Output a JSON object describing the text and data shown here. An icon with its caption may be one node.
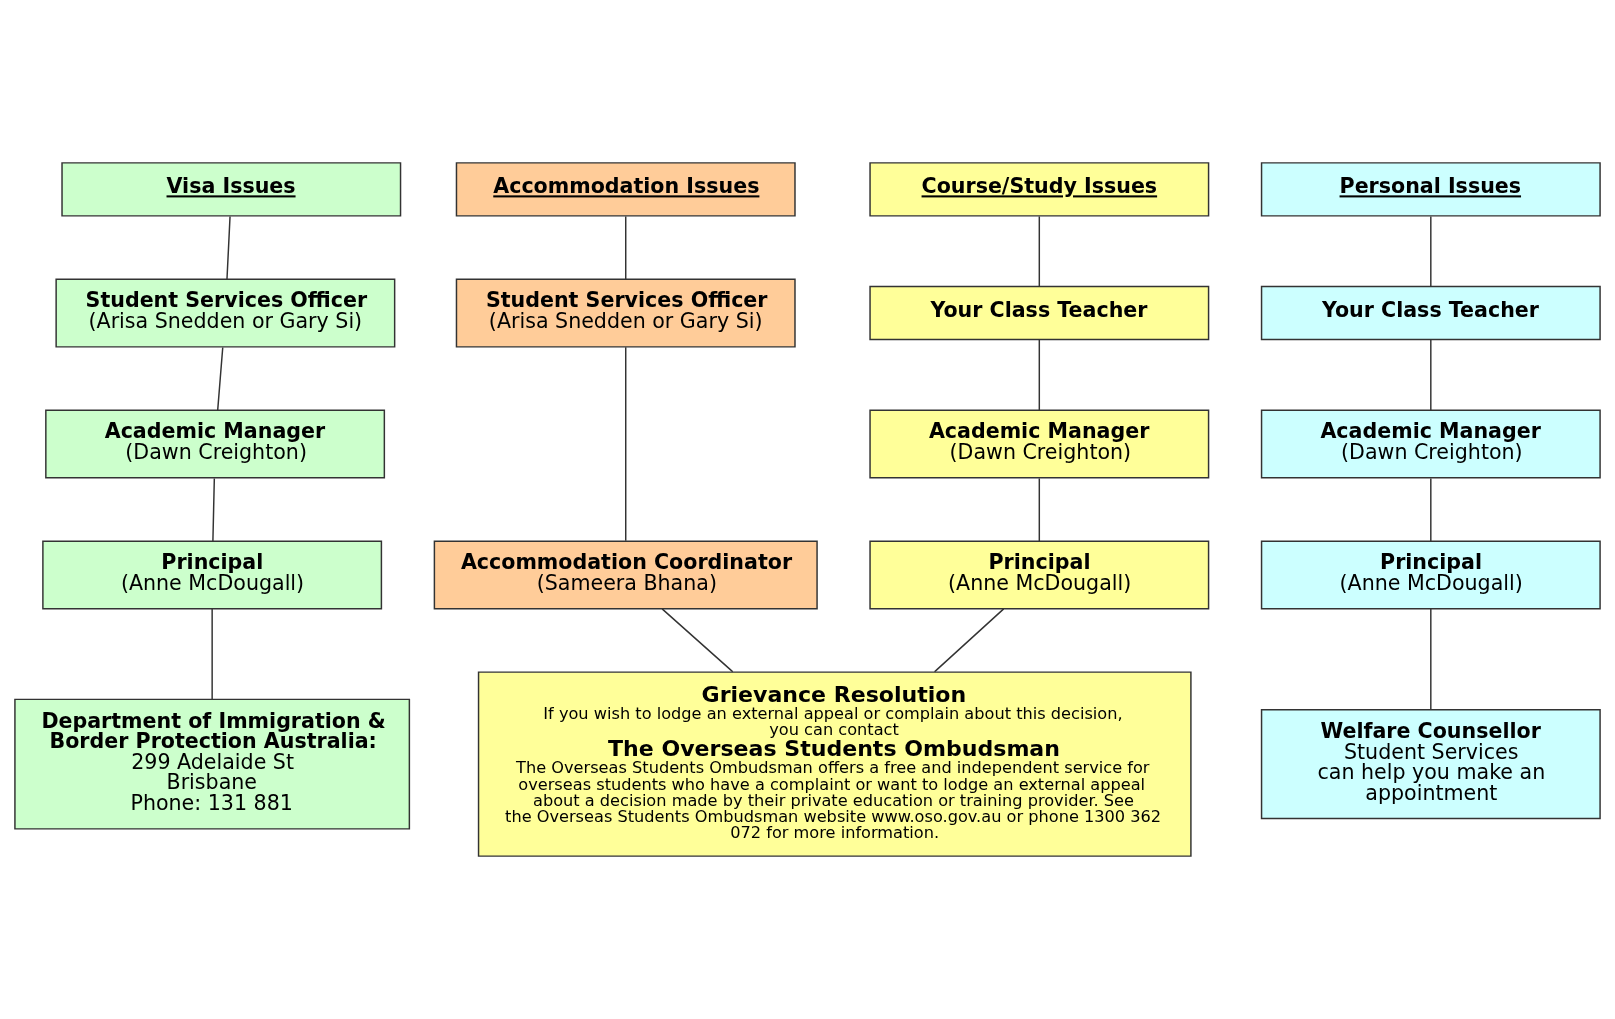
{
  "diagram": {
    "nodes": [
      {
        "text": [
          "Visa Issues"
        ]
      },
      {
        "text": [
          "Student Services Officer",
          "(Arisa Snedden or Gary Si)"
        ]
      },
      {
        "text": [
          "Academic Manager",
          "(Dawn Creighton)"
        ]
      },
      {
        "text": [
          "Principal",
          "(Anne McDougall)"
        ]
      },
      {
        "text": [
          "Department of Immigration & Border Protection Australia:",
          "299 Adelaide St",
          "Brisbane",
          "Phone: 131 881"
        ]
      },
      {
        "text": [
          "Accommodation Issues"
        ]
      },
      {
        "text": [
          "Student Services Officer",
          "(Arisa Snedden or Gary Si)"
        ]
      },
      {
        "text": [
          "Accommodation Coordinator",
          "(Sameera Bhana)"
        ]
      },
      {
        "text": [
          "Course/Study Issues"
        ]
      },
      {
        "text": [
          "Your Class Teacher"
        ]
      },
      {
        "text": [
          "Academic Manager",
          "(Dawn Creighton)"
        ]
      },
      {
        "text": [
          "Principal",
          "(Anne McDougall)"
        ]
      },
      {
        "text": [
          "Grievance Resolution",
          "If you wish to lodge an external appeal or complain about this decision, you can contact",
          "The Overseas Students Ombudsman",
          "The Overseas Students Ombudsman offers a free and independent service for overseas students who have a complaint or want to lodge an external appeal about a decision made by their private education or training provider. See the Overseas Students Ombudsman website www.oso.gov.au or phone 1300 362 072 for more information."
        ]
      },
      {
        "text": [
          "Personal Issues"
        ]
      },
      {
        "text": [
          "Your Class Teacher"
        ]
      },
      {
        "text": [
          "Academic Manager",
          "(Dawn Creighton)"
        ]
      },
      {
        "text": [
          "Principal",
          "(Anne McDougall)"
        ]
      },
      {
        "text": [
          "Welfare Counsellor",
          "Student Services",
          "can help you make an appointment"
        ]
      }
    ],
    "edges": [
      {
        "from": 0,
        "to": 1,
        "arrow": "none"
      },
      {
        "from": 1,
        "to": 2,
        "arrow": "none"
      },
      {
        "from": 2,
        "to": 3,
        "arrow": "none"
      },
      {
        "from": 3,
        "to": 4,
        "arrow": "none"
      },
      {
        "from": 5,
        "to": 6,
        "arrow": "none"
      },
      {
        "from": 6,
        "to": 7,
        "arrow": "none"
      },
      {
        "from": 7,
        "to": 12,
        "arrow": "none"
      },
      {
        "from": 8,
        "to": 9,
        "arrow": "none"
      },
      {
        "from": 9,
        "to": 10,
        "arrow": "none"
      },
      {
        "from": 10,
        "to": 11,
        "arrow": "none"
      },
      {
        "from": 11,
        "to": 12,
        "arrow": "none"
      },
      {
        "from": 13,
        "to": 14,
        "arrow": "none"
      },
      {
        "from": 14,
        "to": 15,
        "arrow": "none"
      },
      {
        "from": 15,
        "to": 16,
        "arrow": "none"
      },
      {
        "from": 16,
        "to": 17,
        "arrow": "none"
      }
    ]
  }
}
